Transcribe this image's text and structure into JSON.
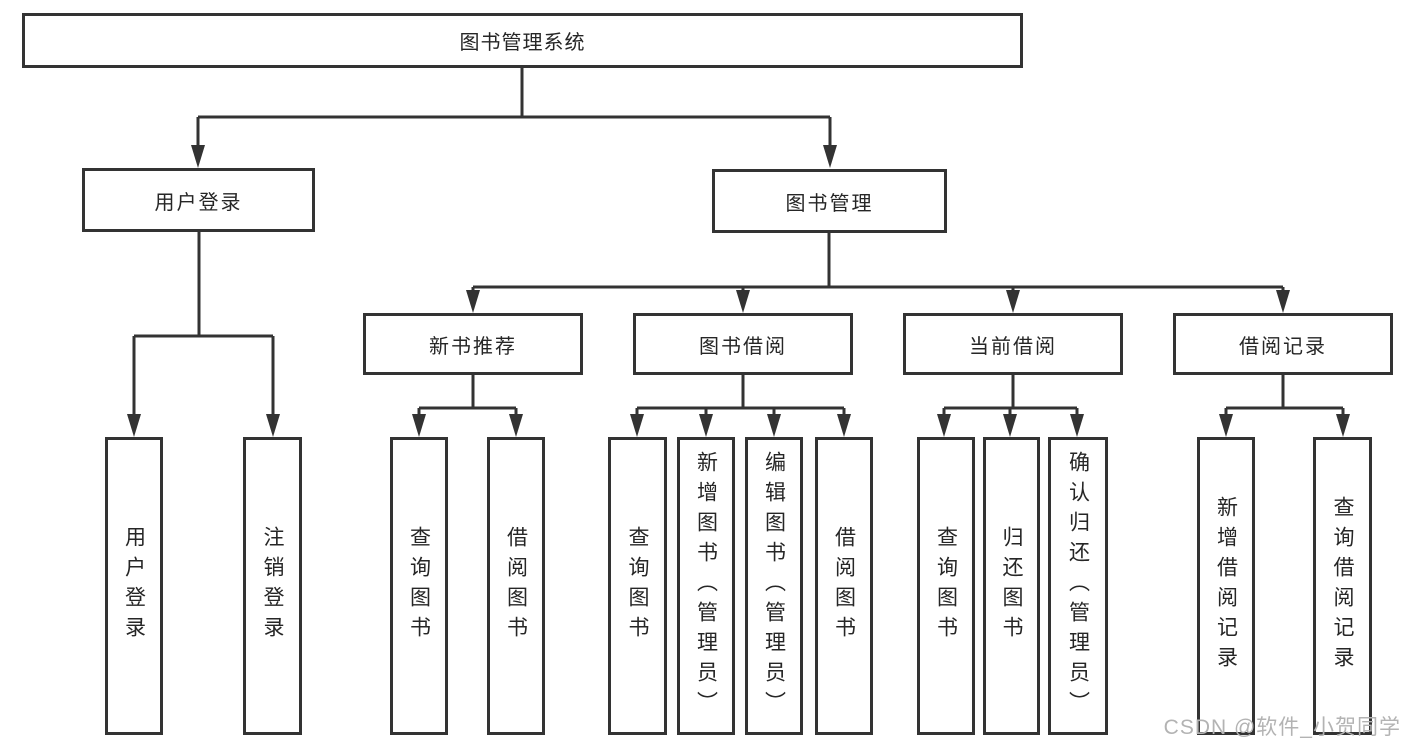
{
  "diagram": {
    "root": "图书管理系统",
    "user_login": {
      "label": "用户登录",
      "children": {
        "login": "用户登录",
        "logout": "注销登录"
      }
    },
    "book_mgmt": {
      "label": "图书管理",
      "children": {
        "new_book_rec": {
          "label": "新书推荐",
          "children": {
            "query": "查询图书",
            "borrow": "借阅图书"
          }
        },
        "book_borrow": {
          "label": "图书借阅",
          "children": {
            "query": "查询图书",
            "add": "新增图书（管理员）",
            "edit": "编辑图书（管理员）",
            "borrow": "借阅图书"
          }
        },
        "current_borrow": {
          "label": "当前借阅",
          "children": {
            "query": "查询图书",
            "return": "归还图书",
            "confirm": "确认归还（管理员）"
          }
        },
        "borrow_records": {
          "label": "借阅记录",
          "children": {
            "add": "新增借阅记录",
            "query": "查询借阅记录"
          }
        }
      }
    }
  },
  "watermark": "CSDN @软件_小贺同学",
  "colors": {
    "line": "#333333",
    "text": "#262626",
    "watermark": "#b3b3b3"
  }
}
